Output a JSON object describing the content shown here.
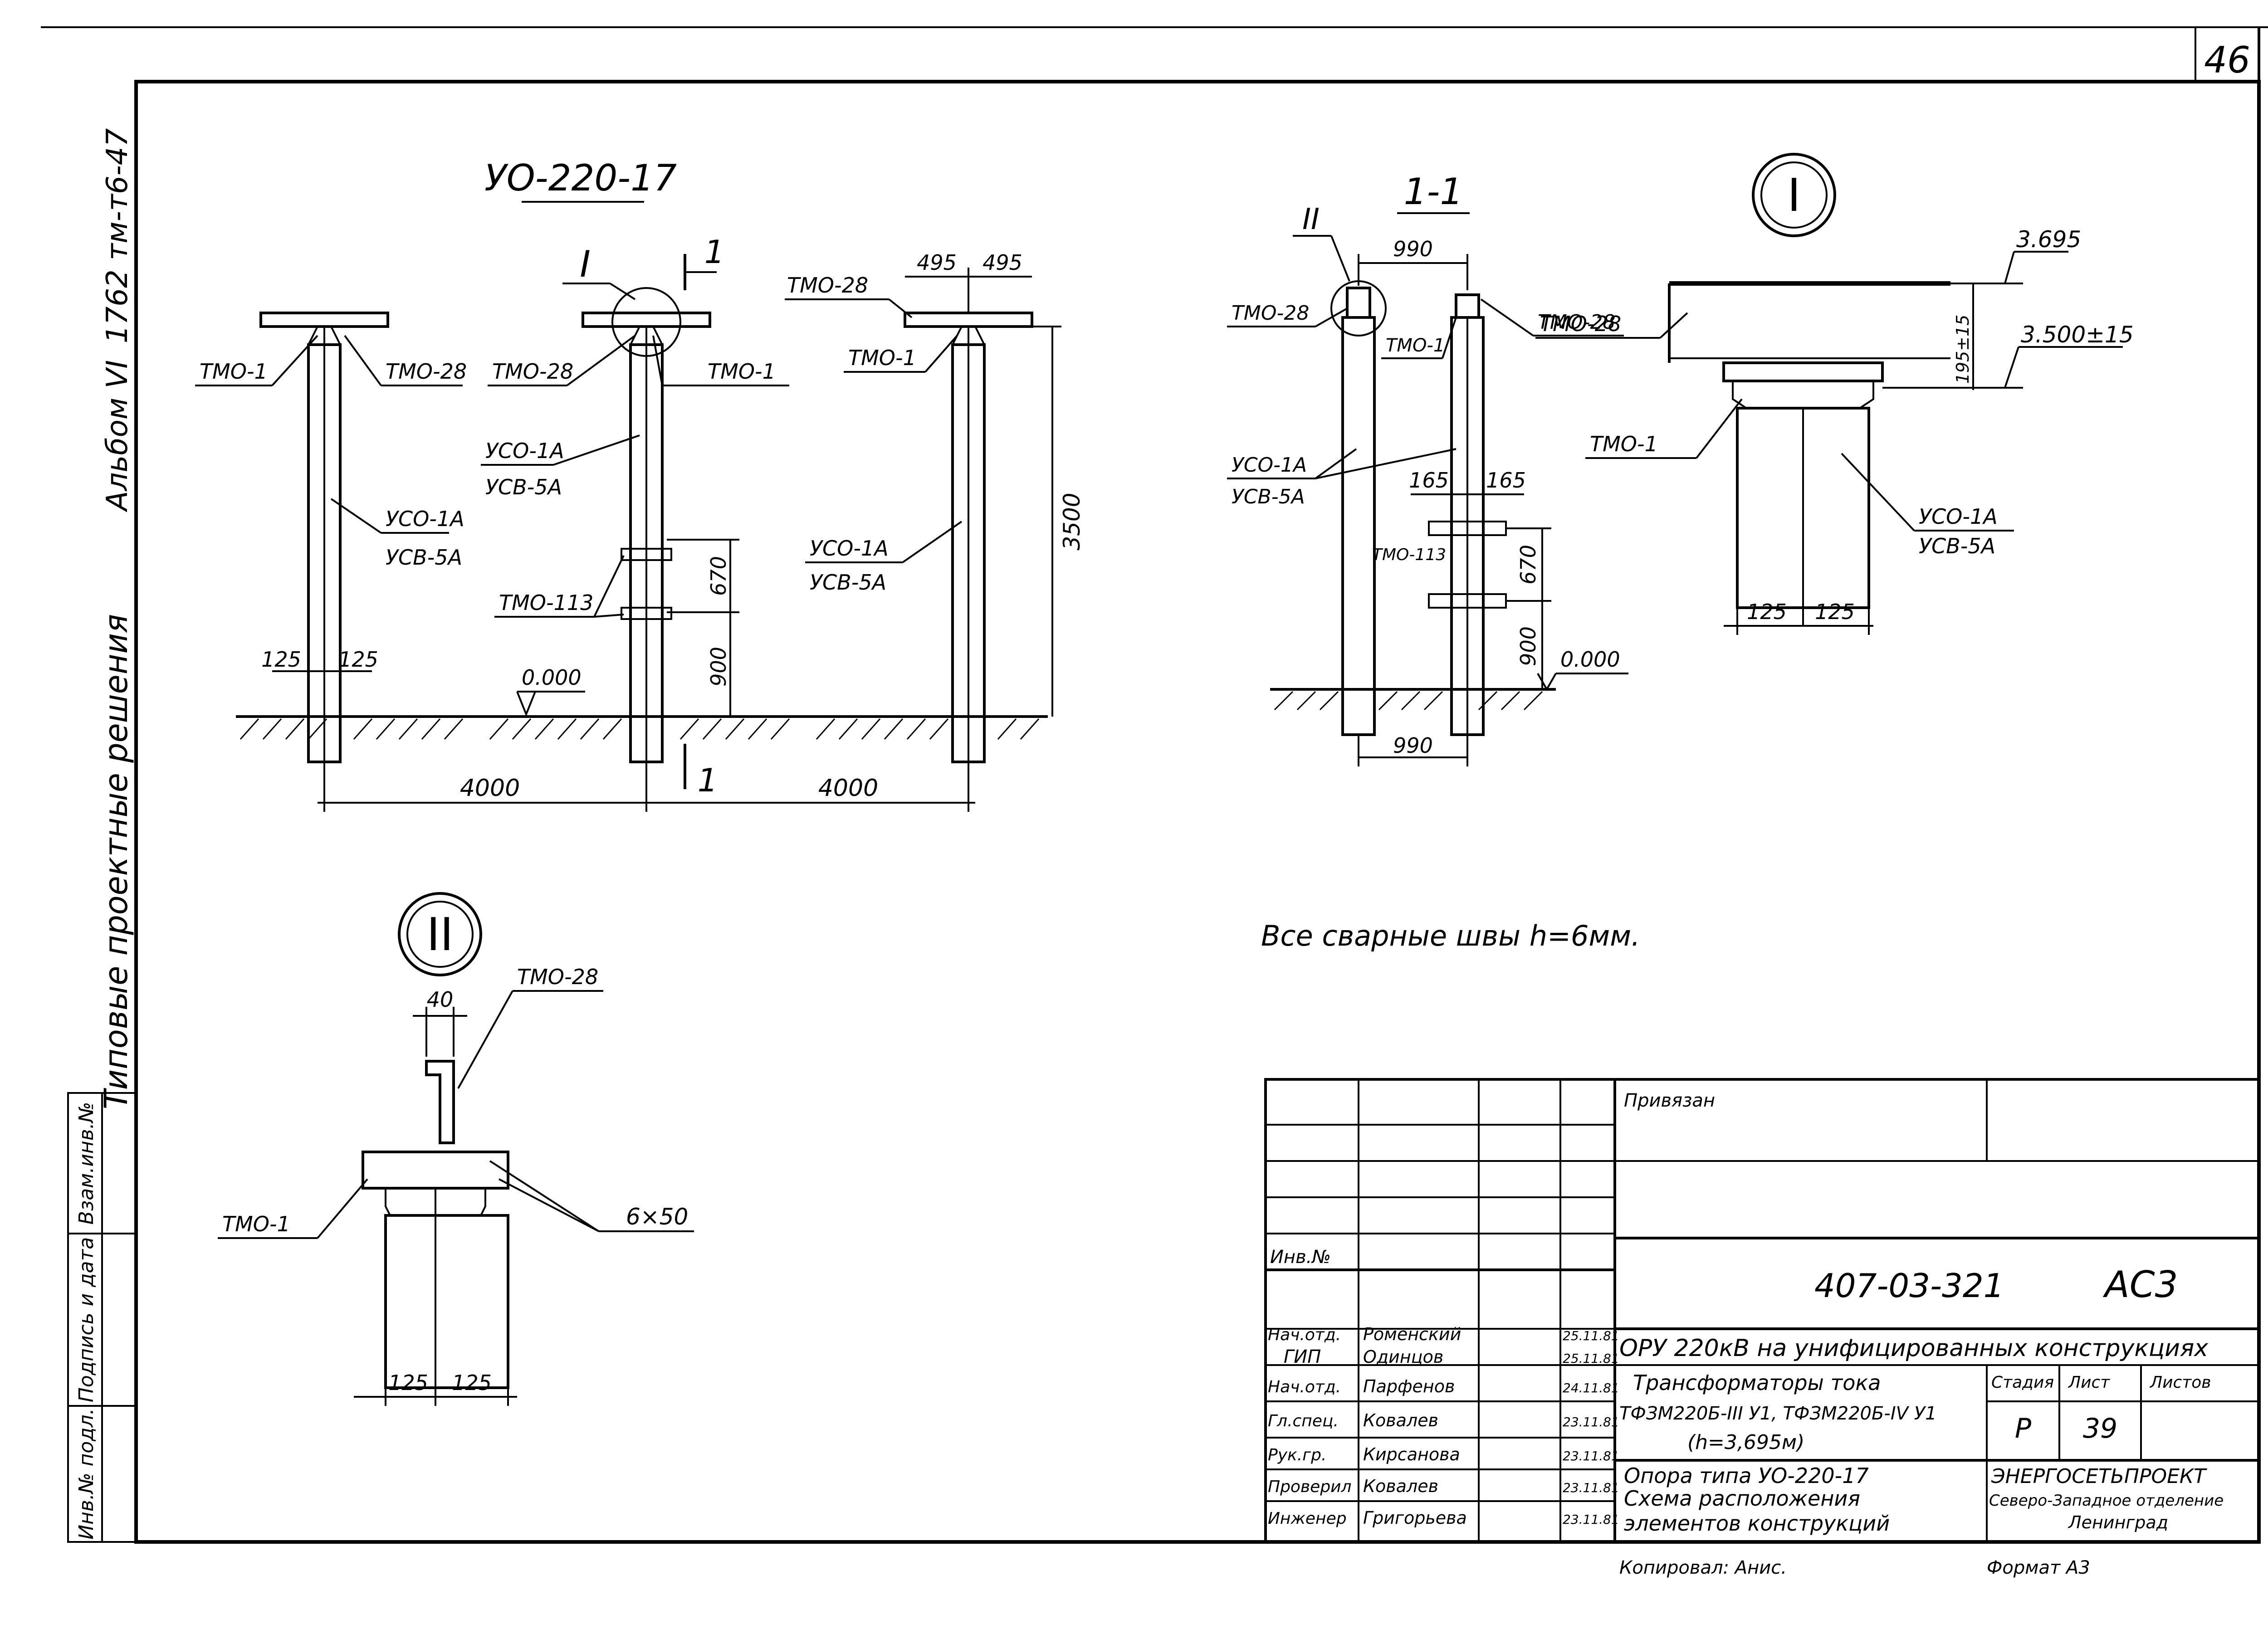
{
  "sheet": {
    "page_number": "46",
    "left_margin": {
      "album_code": "1762 тм-т6-47",
      "album_name": "Альбом VI",
      "series": "Типовые проектные решения"
    },
    "side_stamp": [
      "Взам.инв.№",
      "Подпись и дата",
      "Инв.№ подл."
    ]
  },
  "view_main": {
    "title": "УО-220-17",
    "node_ref": "I",
    "section_ref": "1",
    "labels": {
      "tmo1_left": "ТМО-1",
      "tmo28_left": "ТМО-28",
      "tmo28_mid": "ТМО-28",
      "tmo1_mid": "ТМО-1",
      "tmo28_right": "ТМО-28",
      "tmo1_right": "ТМО-1",
      "uso1a_left": "УСО-1А",
      "usv5a_left": "УСВ-5А",
      "uso1a_mid": "УСО-1А",
      "usv5a_mid": "УСВ-5А",
      "uso1a_right": "УСО-1А",
      "usv5a_right": "УСВ-5А",
      "tmo113": "ТМО-113",
      "level": "0.000"
    },
    "dims": {
      "d495a": "495",
      "d495b": "495",
      "d3500": "3500",
      "d670": "670",
      "d900": "900",
      "d125a": "125",
      "d125b": "125",
      "d4000a": "4000",
      "d4000b": "4000"
    }
  },
  "view_section": {
    "title": "1-1",
    "node_ref": "II",
    "labels": {
      "tmo28_left": "ТМО-28",
      "tmo1": "ТМО-1",
      "tmo28_right": "ТМО-28",
      "uso1a": "УСО-1А",
      "usv5a": "УСВ-5А",
      "tmo113": "ТМО-113",
      "level": "0.000"
    },
    "dims": {
      "d990_top": "990",
      "d990_bot": "990",
      "d165a": "165",
      "d165b": "165",
      "d670": "670",
      "d900": "900"
    }
  },
  "node_I": {
    "ref": "I",
    "level_top": "3.695",
    "level_mid": "3.500±15",
    "dim_195": "195±15",
    "labels": {
      "tmo28": "ТМО-28",
      "tmo1": "ТМО-1",
      "uso1a": "УСО-1А",
      "usv5a": "УСВ-5А"
    },
    "dims": {
      "d125a": "125",
      "d125b": "125"
    }
  },
  "node_II": {
    "ref": "II",
    "labels": {
      "tmo28": "ТМО-28",
      "tmo1": "ТМО-1",
      "weld": "6×50"
    },
    "dims": {
      "d40": "40",
      "d125a": "125",
      "d125b": "125"
    }
  },
  "note": "Все сварные швы h=6мм.",
  "title_block": {
    "bound": "Привязан",
    "inv_no": "Инв.№",
    "doc_code": "407-03-321",
    "mark": "АС3",
    "project": "ОРУ 220кВ на унифицированных конструкциях",
    "subject_lines": [
      "Трансформаторы тока",
      "ТФЗМ220Б-III У1, ТФЗМ220Б-IV У1",
      "(h=3,695м)"
    ],
    "drawing_lines": [
      "Опора типа УО-220-17",
      "Схема расположения",
      "элементов конструкций"
    ],
    "stage_header": "Стадия",
    "sheet_header": "Лист",
    "sheets_header": "Листов",
    "stage": "Р",
    "sheet_no": "39",
    "org_lines": [
      "ЭНЕРГОСЕТЬПРОЕКТ",
      "Северо-Западное отделение",
      "Ленинград"
    ],
    "signatures": [
      {
        "role": "Нач.отд.",
        "name": "Роменский",
        "date": "25.11.81"
      },
      {
        "role": "ГИП",
        "name": "Одинцов",
        "date": "25.11.81"
      },
      {
        "role": "Нач.отд.",
        "name": "Парфенов",
        "date": "24.11.81"
      },
      {
        "role": "Гл.спец.",
        "name": "Ковалев",
        "date": "23.11.81"
      },
      {
        "role": "Рук.гр.",
        "name": "Кирсанова",
        "date": "23.11.81"
      },
      {
        "role": "Проверил",
        "name": "Ковалев",
        "date": "23.11.81"
      },
      {
        "role": "Инженер",
        "name": "Григорьева",
        "date": "23.11.81"
      }
    ],
    "copied": "Копировал: Анис.",
    "format": "Формат А3"
  }
}
